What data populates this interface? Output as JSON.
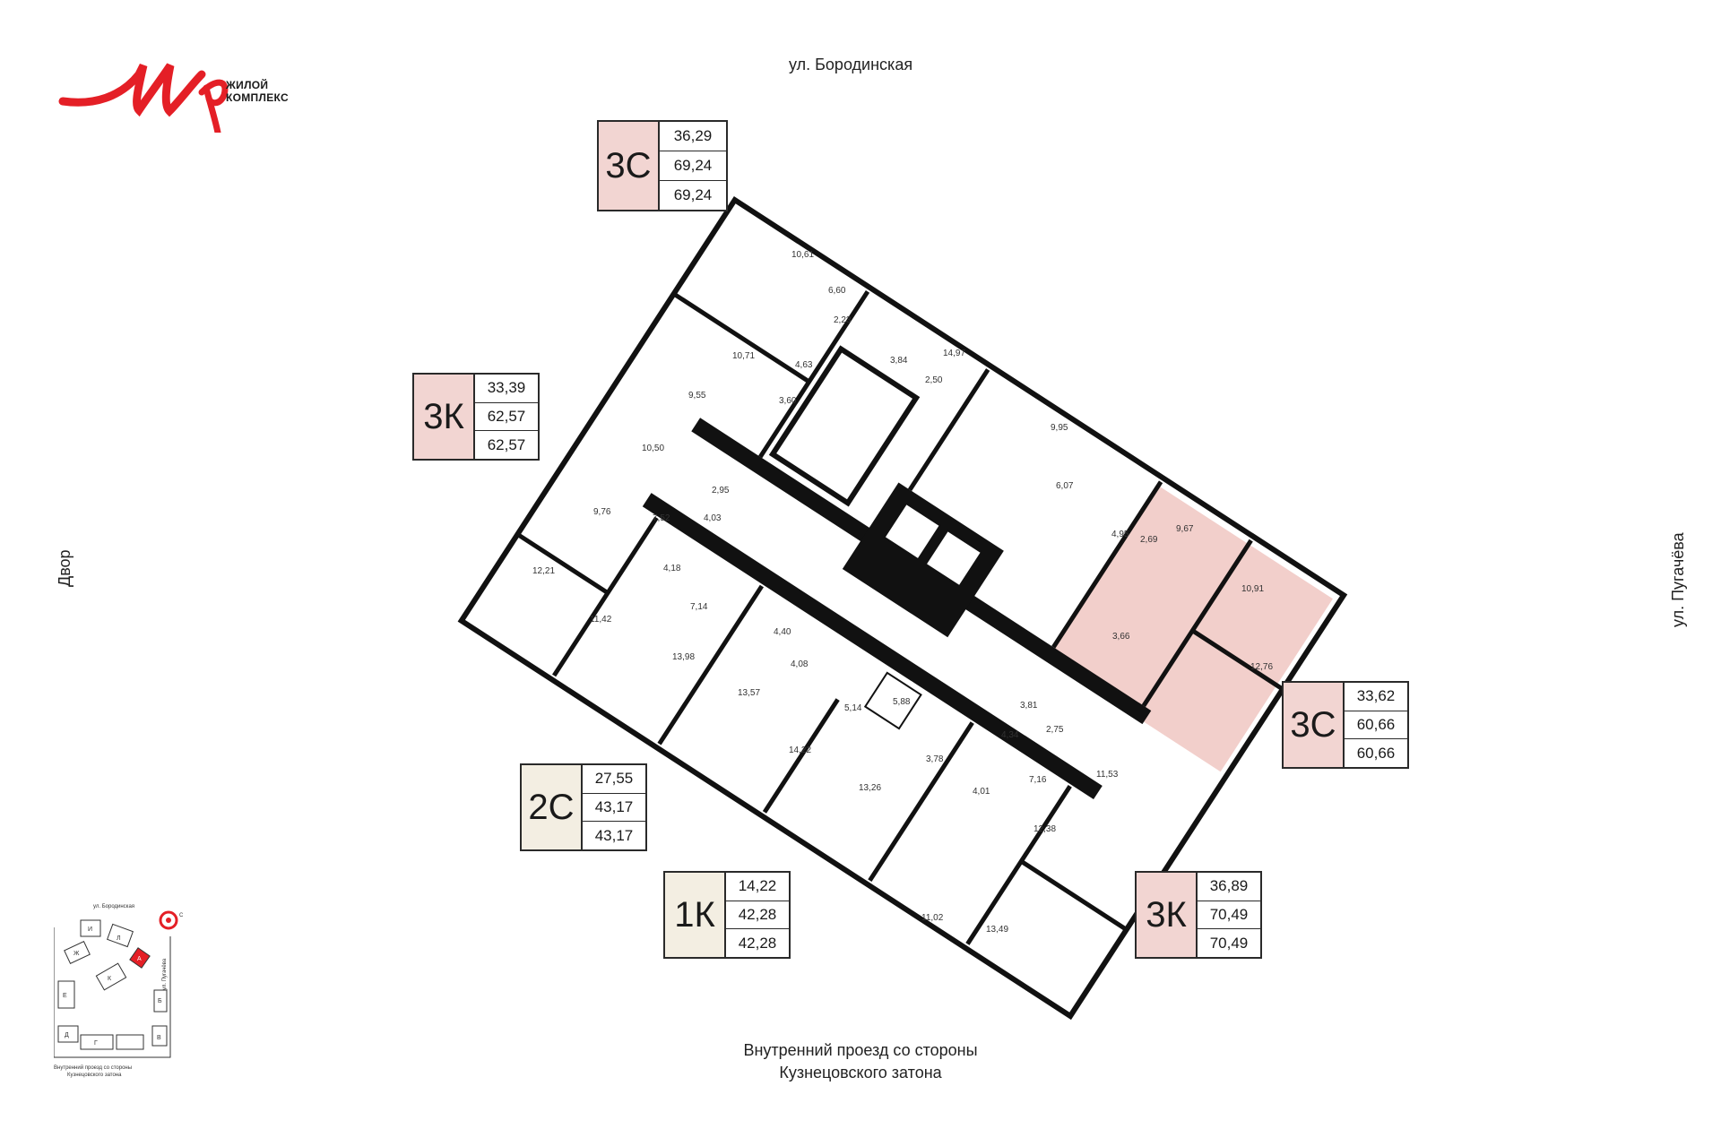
{
  "brand": {
    "logo_text": "Мир",
    "tagline_line1": "ЖИЛОЙ",
    "tagline_line2": "КОМПЛЕКС",
    "accent": "#e41f26"
  },
  "streets": {
    "top": "ул. Бородинская",
    "right": "ул. Пугачёва",
    "left": "Двор",
    "bottom_line1": "Внутренний проезд со стороны",
    "bottom_line2": "Кузнецовского затона"
  },
  "apartments": [
    {
      "id": "3c-top",
      "type": "3С",
      "values": [
        "36,29",
        "69,24",
        "69,24"
      ],
      "color": "#f2d5d2"
    },
    {
      "id": "3k-left",
      "type": "3К",
      "values": [
        "33,39",
        "62,57",
        "62,57"
      ],
      "color": "#f2d5d2"
    },
    {
      "id": "3c-right",
      "type": "3С",
      "values": [
        "33,62",
        "60,66",
        "60,66"
      ],
      "color": "#f2d5d2"
    },
    {
      "id": "2c",
      "type": "2С",
      "values": [
        "27,55",
        "43,17",
        "43,17"
      ],
      "color": "#f3eee2"
    },
    {
      "id": "1k",
      "type": "1К",
      "values": [
        "14,22",
        "42,28",
        "42,28"
      ],
      "color": "#f3eee2"
    },
    {
      "id": "3k-bottom",
      "type": "3К",
      "values": [
        "36,89",
        "70,49",
        "70,49"
      ],
      "color": "#f2d5d2"
    }
  ],
  "room_areas": [
    "10,61",
    "6,60",
    "2,23",
    "3,84",
    "14,97",
    "10,71",
    "4,63",
    "2,50",
    "9,55",
    "3,60",
    "9,95",
    "10,50",
    "6,07",
    "9,76",
    "2,95",
    "4,03",
    "7,52",
    "4,95",
    "2,69",
    "9,67",
    "12,21",
    "4,18",
    "10,91",
    "11,42",
    "7,14",
    "4,40",
    "3,66",
    "13,98",
    "4,08",
    "12,76",
    "13,57",
    "5,14",
    "5,88",
    "3,81",
    "4,34",
    "2,75",
    "14,22",
    "3,78",
    "7,16",
    "11,53",
    "13,26",
    "4,01",
    "12,38",
    "11,02",
    "13,49"
  ],
  "highlight_color": "#f2cfcb",
  "minimap": {
    "street_top": "ул. Бородинская",
    "street_right": "ул. Пугачёва",
    "caption_line1": "Внутренний проезд со стороны",
    "caption_line2": "Кузнецовского затона",
    "sections": [
      "И",
      "Л",
      "Ж",
      "А",
      "К",
      "Е",
      "Б",
      "Д",
      "Г",
      "В"
    ],
    "compass": "С"
  }
}
